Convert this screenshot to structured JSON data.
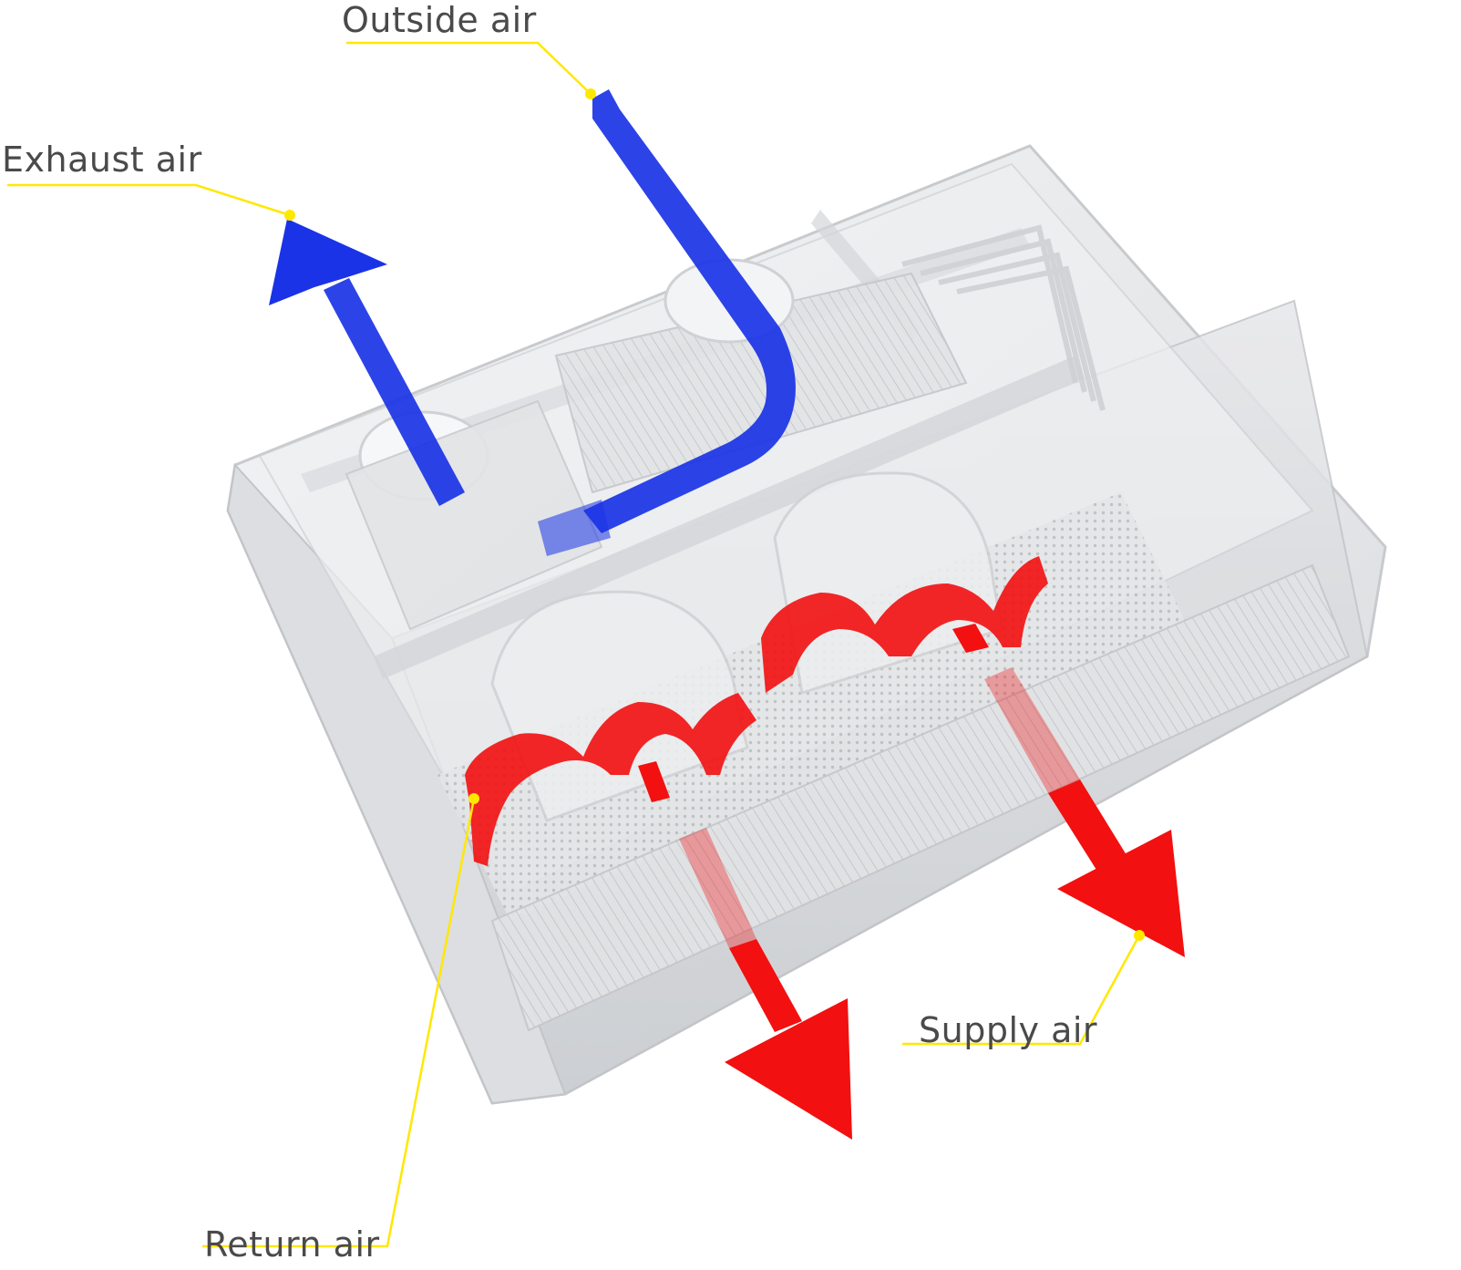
{
  "labels": {
    "outside_air": "Outside air",
    "exhaust_air": "Exhaust air",
    "supply_air": "Supply air",
    "return_air": "Return air"
  },
  "colors": {
    "outside_exhaust_flow": "#1a33e6",
    "return_supply_flow": "#f21010",
    "callout_line": "#ffe800",
    "label_text": "#4a4a4a",
    "housing": "#e9eaec"
  }
}
